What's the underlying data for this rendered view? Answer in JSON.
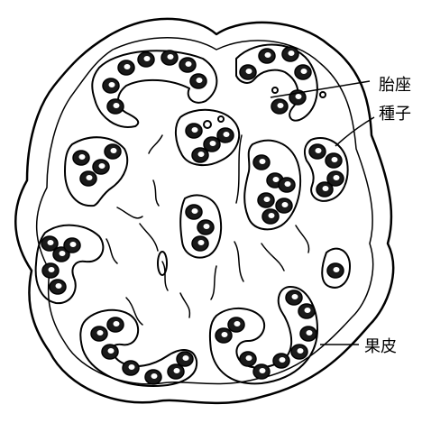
{
  "labels": {
    "placenta": "胎座",
    "seed": "種子",
    "pericarp": "果皮"
  }
}
